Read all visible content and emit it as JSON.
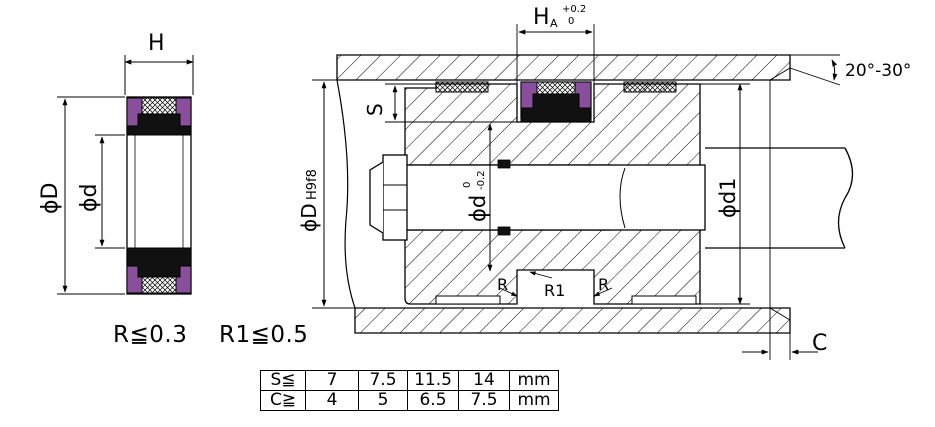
{
  "labels": {
    "H": "H",
    "HA": "H",
    "HA_sub": "A",
    "HA_tol_up": "+0.2",
    "HA_tol_low": "0",
    "angle": "20°-30°",
    "S": "S",
    "phiD": "ϕD",
    "phid": "ϕd",
    "phiDH": "ϕD",
    "phiDH_fit": "H9f8",
    "phid_rod": "ϕd",
    "phid_tol_up": "0",
    "phid_tol_low": "-0.2",
    "phid1": "ϕd1",
    "R_left": "R",
    "R1": "R1",
    "R_right": "R",
    "C": "C"
  },
  "formula": {
    "r": "R≦0.3",
    "r1": "R1≦0.5"
  },
  "table": {
    "rows": [
      [
        "S≦",
        "7",
        "7.5",
        "11.5",
        "14",
        "mm"
      ],
      [
        "C≧",
        "4",
        "5",
        "6.5",
        "7.5",
        "mm"
      ]
    ]
  },
  "colors": {
    "seal_purple": "#8a4f9c",
    "seal_black": "#111111",
    "line": "#000000"
  }
}
